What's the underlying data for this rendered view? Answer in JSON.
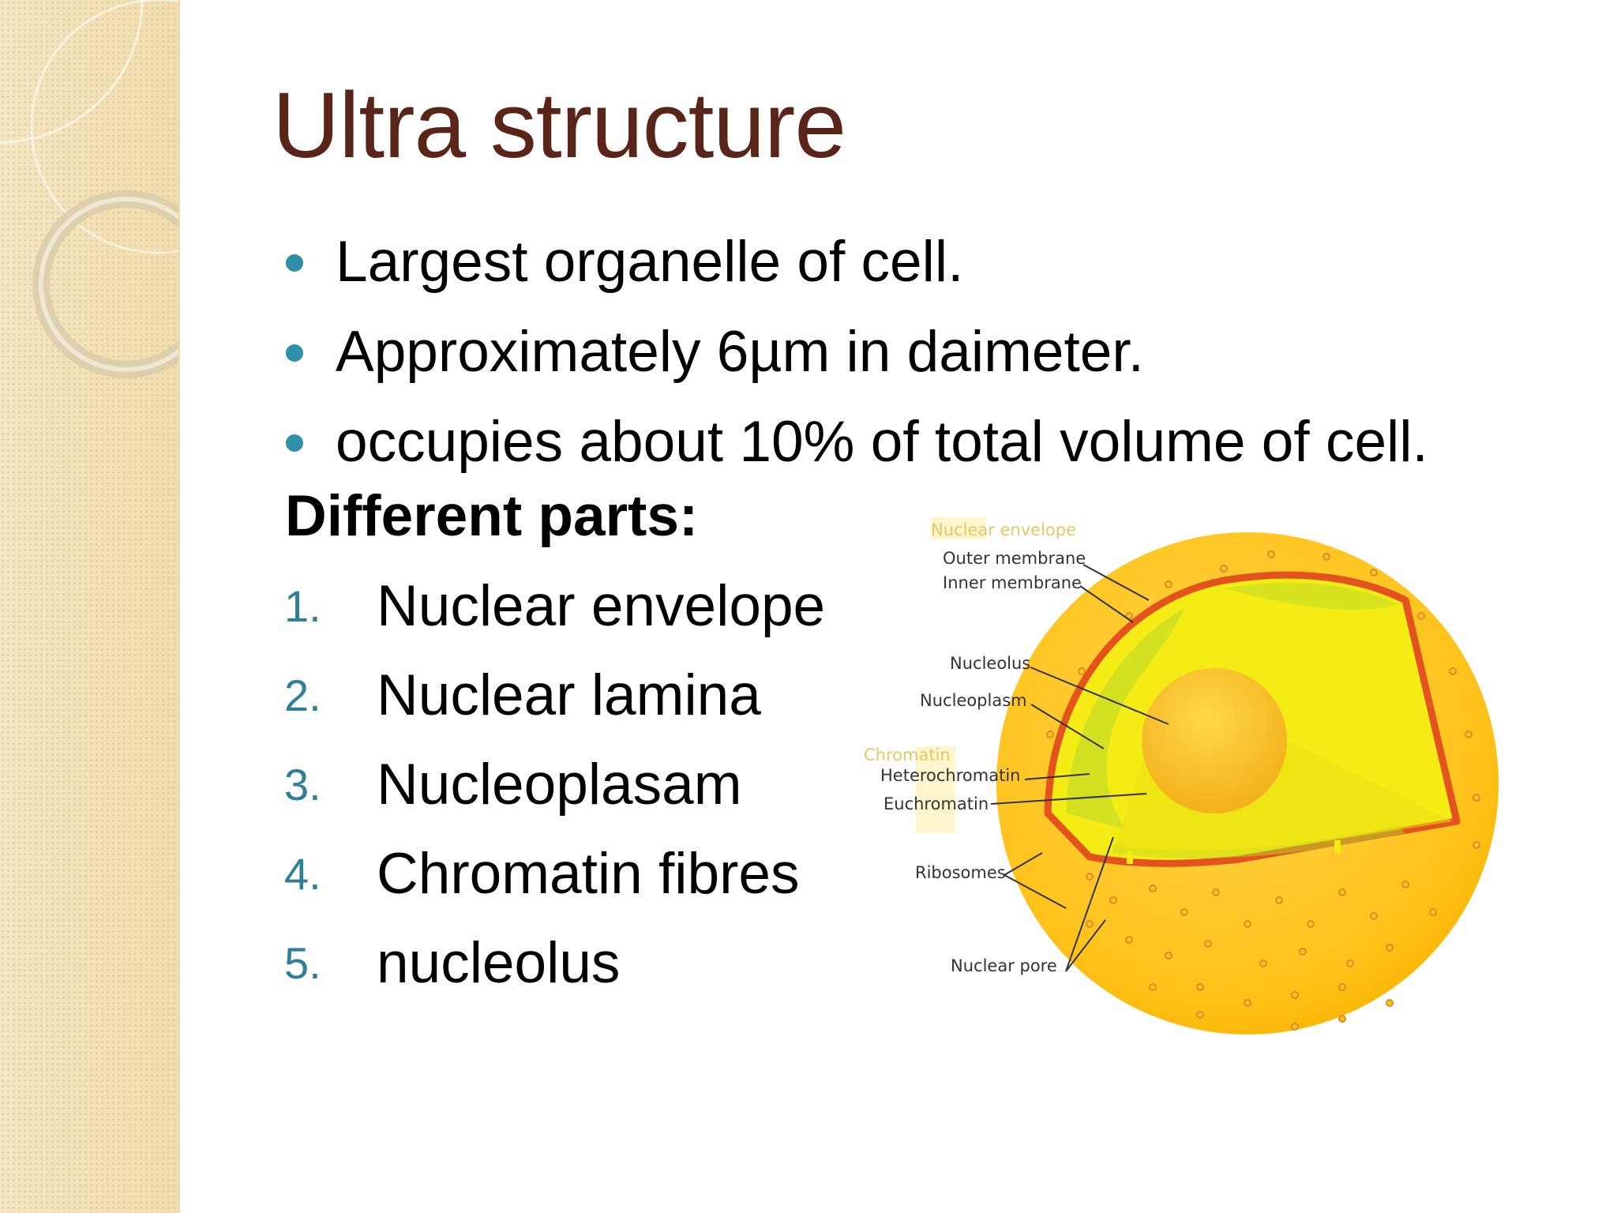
{
  "slide": {
    "title": "Ultra structure",
    "bullets": [
      "Largest organelle of cell.",
      "Approximately 6µm in daimeter.",
      "occupies about 10% of total volume of cell."
    ],
    "parts_heading": "Different parts:",
    "parts": [
      {
        "num": "1.",
        "text": "Nuclear envelope"
      },
      {
        "num": "2.",
        "text": "Nuclear lamina"
      },
      {
        "num": "3.",
        "text": "Nucleoplasam"
      },
      {
        "num": "4.",
        "text": "Chromatin fibres"
      },
      {
        "num": "5.",
        "text": "nucleolus"
      }
    ]
  },
  "diagram": {
    "groups": {
      "envelope": "Nuclear envelope",
      "chromatin": "Chromatin"
    },
    "labels": {
      "outer_membrane": "Outer membrane",
      "inner_membrane": "Inner membrane",
      "nucleolus": "Nucleolus",
      "nucleoplasm": "Nucleoplasm",
      "heterochromatin": "Heterochromatin",
      "euchromatin": "Euchromatin",
      "ribosomes": "Ribosomes",
      "nuclear_pore": "Nuclear pore"
    }
  },
  "colors": {
    "title": "#5b2419",
    "bullet": "#2f8fa8",
    "number": "#2f7f96",
    "side_panel": "#f3e3bb"
  }
}
